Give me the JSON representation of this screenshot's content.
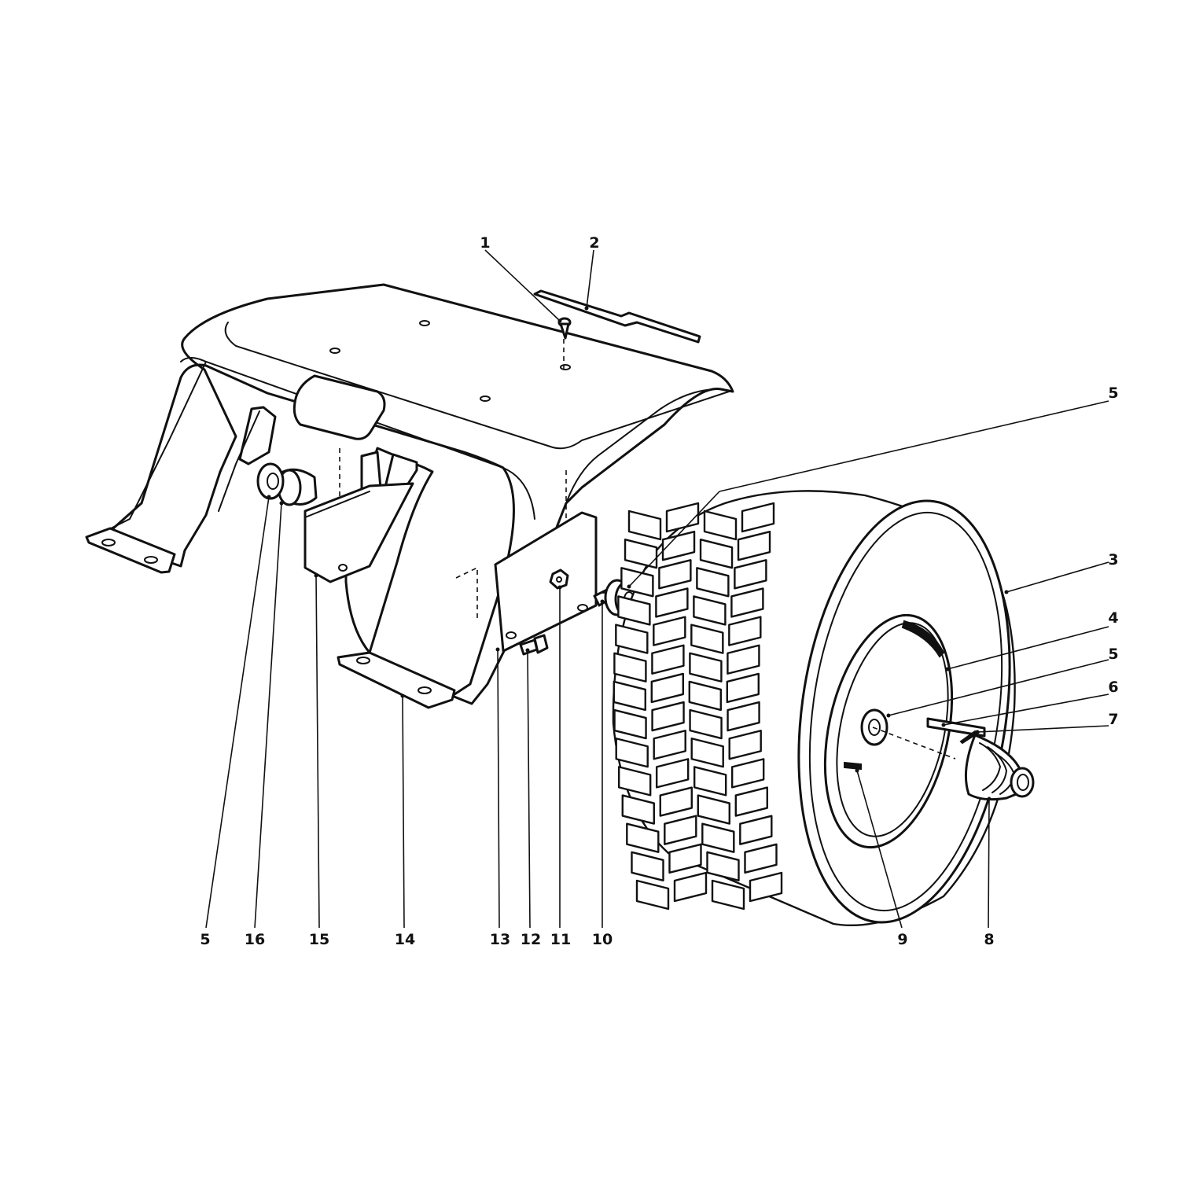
{
  "callouts": [
    {
      "label": "1"
    },
    {
      "label": "2"
    },
    {
      "label": "5"
    },
    {
      "label": "3"
    },
    {
      "label": "4"
    },
    {
      "label": "5"
    },
    {
      "label": "6"
    },
    {
      "label": "7"
    },
    {
      "label": "5"
    },
    {
      "label": "16"
    },
    {
      "label": "15"
    },
    {
      "label": "14"
    },
    {
      "label": "13"
    },
    {
      "label": "12"
    },
    {
      "label": "11"
    },
    {
      "label": "10"
    },
    {
      "label": "9"
    },
    {
      "label": "8"
    }
  ]
}
